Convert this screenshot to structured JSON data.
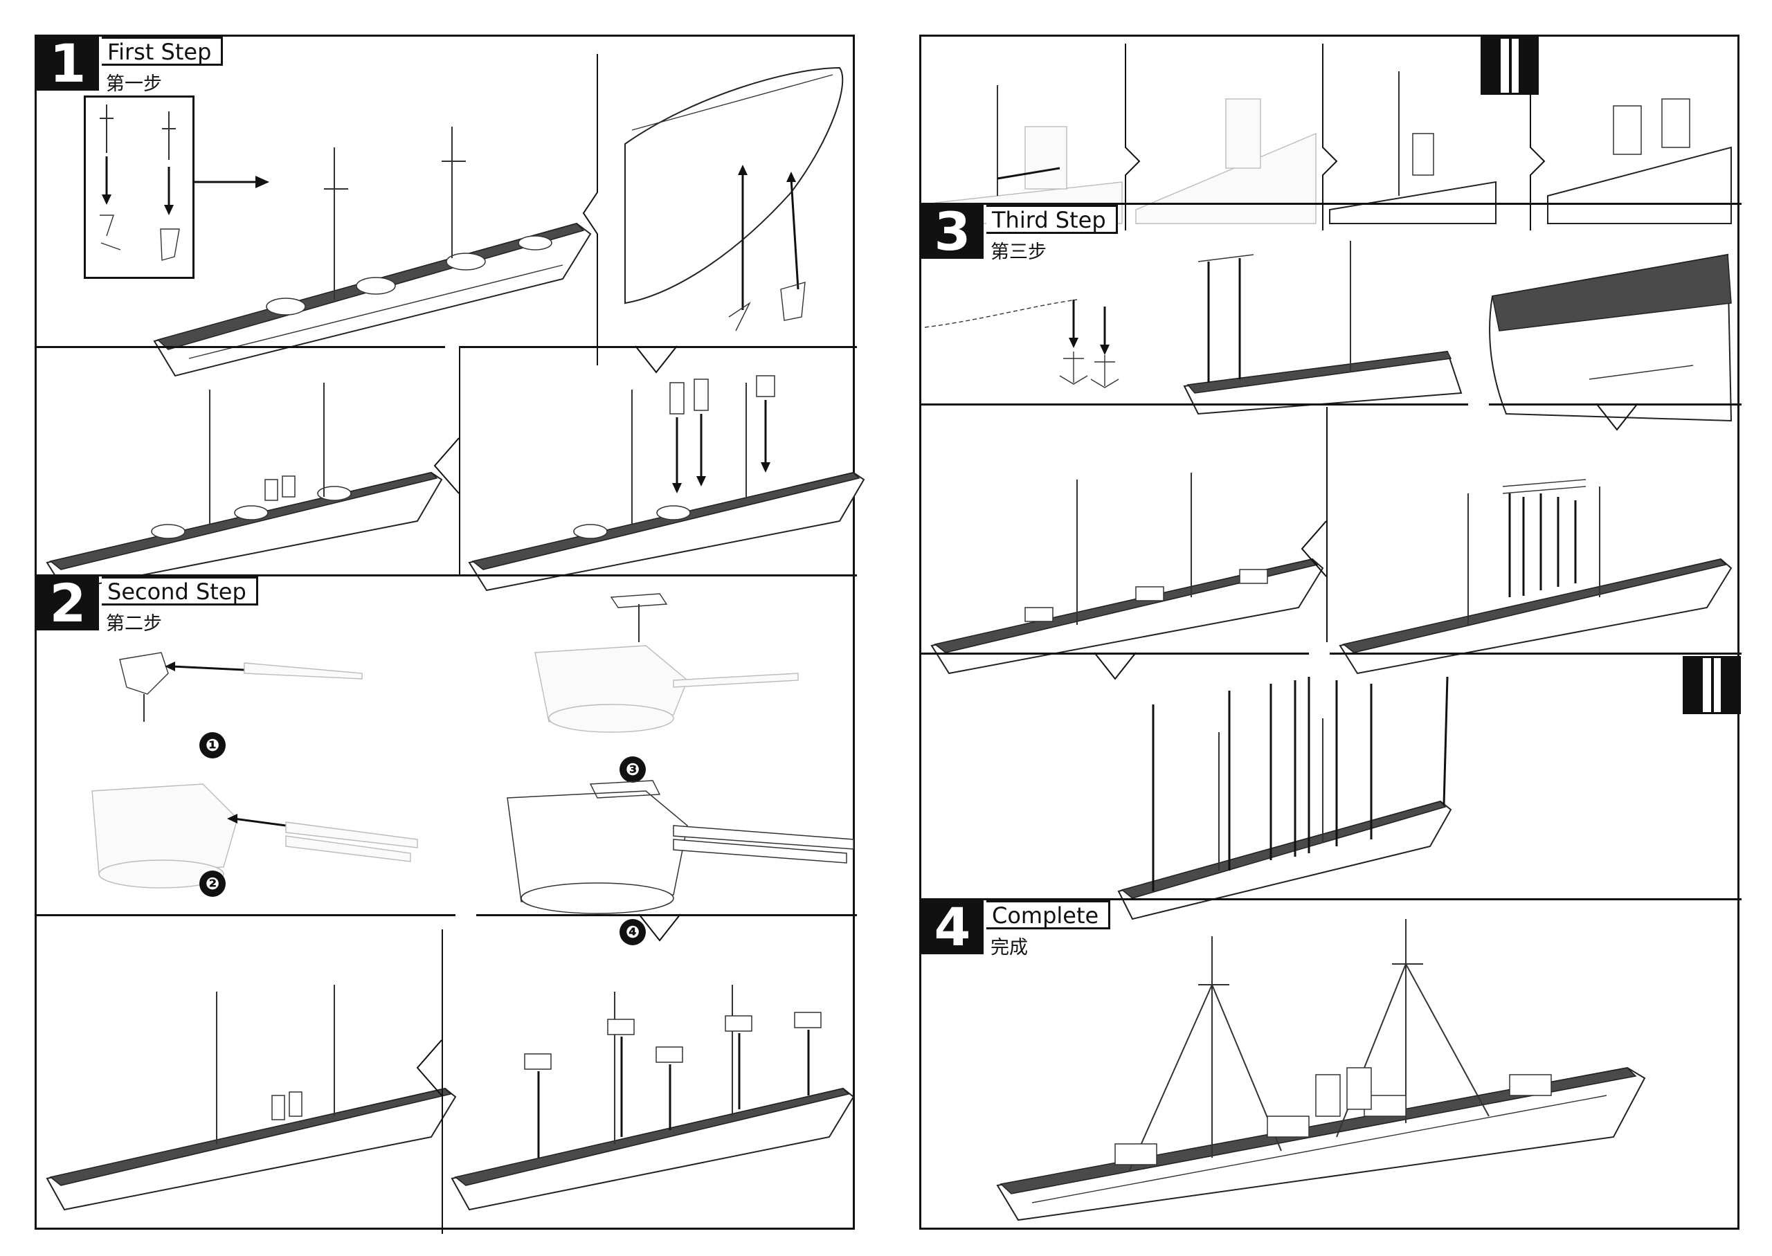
{
  "steps": [
    {
      "number": "1",
      "title_en": "First Step",
      "title_zh": "第一步"
    },
    {
      "number": "2",
      "title_en": "Second Step",
      "title_zh": "第二步"
    },
    {
      "number": "3",
      "title_en": "Third Step",
      "title_zh": "第三步"
    },
    {
      "number": "4",
      "title_en": "Complete",
      "title_zh": "完成"
    }
  ],
  "sub_steps": [
    "❶",
    "❷",
    "❸",
    "❹"
  ],
  "icons": {
    "flip_model": "flip-icon",
    "assembly_arrow": "arrow-icon"
  }
}
